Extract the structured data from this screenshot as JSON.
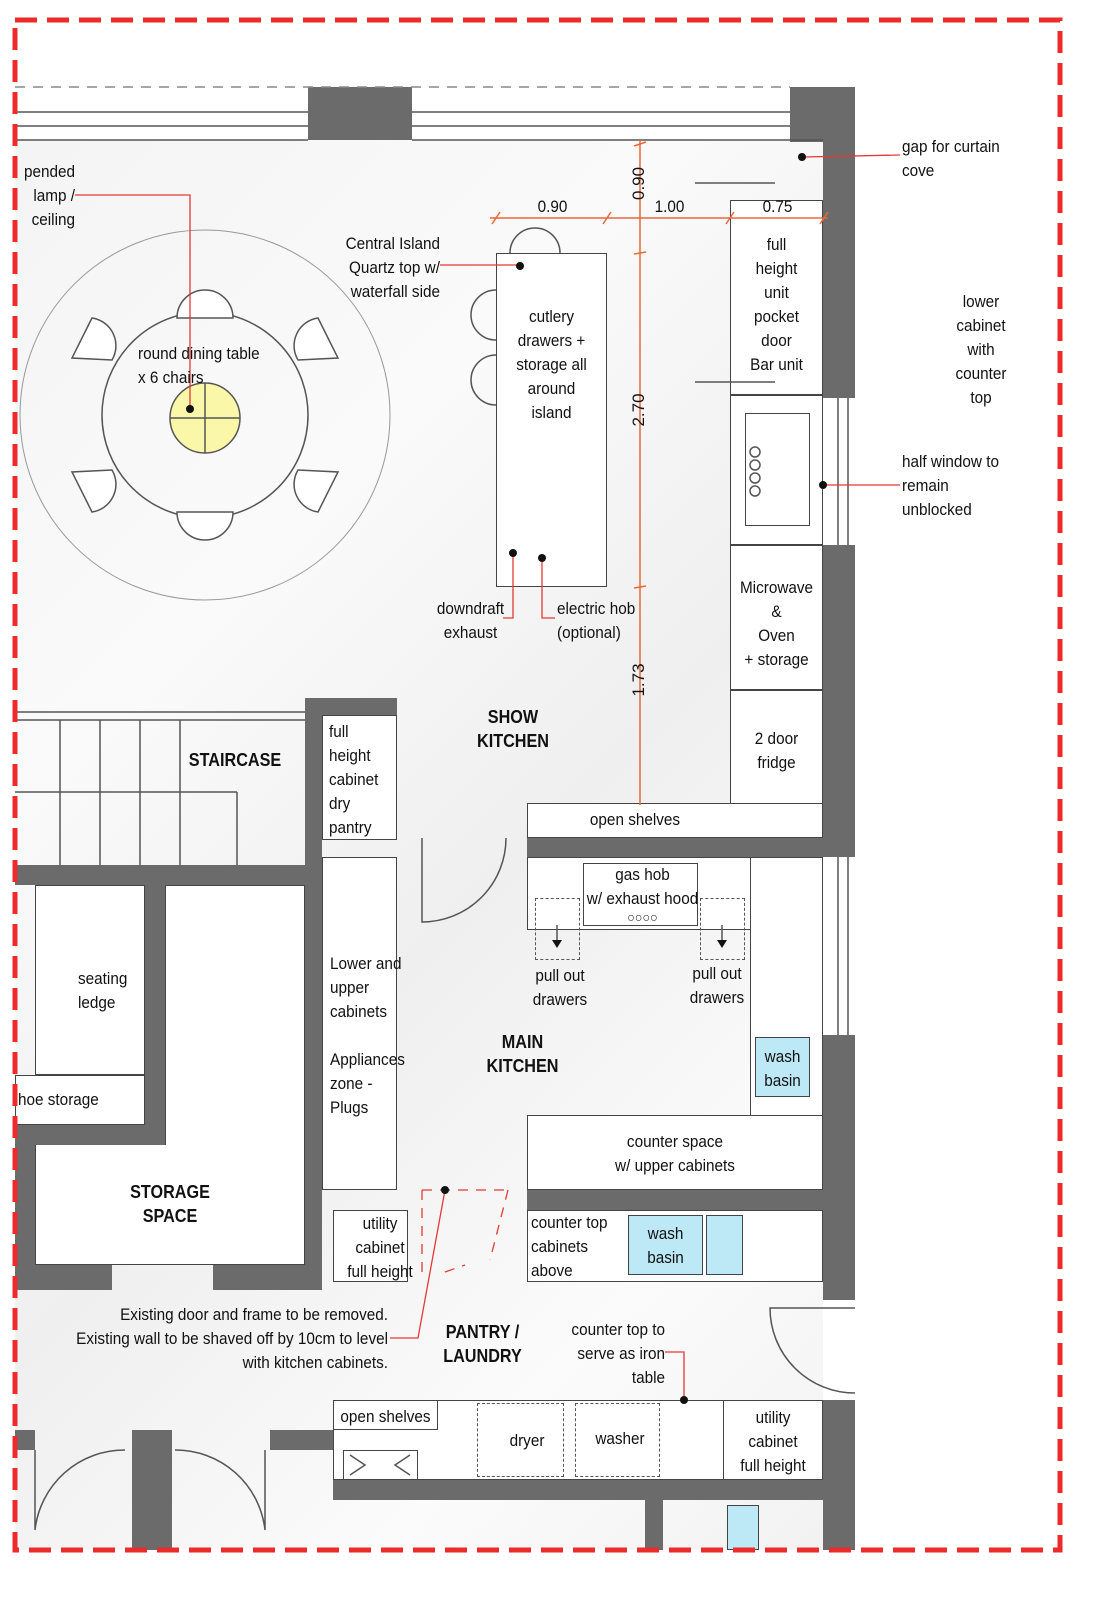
{
  "labels": {
    "lamp": "pended\nlamp /\nceiling",
    "central_island": "Central Island\nQuartz top w/\nwaterfall side",
    "dining": "round dining table\nx 6 chairs",
    "island": "cutlery\ndrawers +\nstorage all\naround\nisland",
    "dim_090a": "0.90",
    "dim_090b": "0.90",
    "dim_100": "1.00",
    "dim_075": "0.75",
    "dim_270": "2.70",
    "dim_173": "1.73",
    "full_height_unit": "full\nheight\nunit\npocket\ndoor\nBar unit",
    "gap_curtain": "gap for curtain\ncove",
    "lower_cabinet": "lower\ncabinet\nwith\ncounter\ntop",
    "half_window": "half window to\nremain\nunblocked",
    "downdraft": "downdraft\nexhaust",
    "electric_hob": "electric hob\n(optional)",
    "microwave": "Microwave\n&\nOven\n+ storage",
    "fridge": "2 door\nfridge",
    "show_kitchen": "SHOW\nKITCHEN",
    "staircase": "STAIRCASE",
    "dry_pantry": "full\nheight\ncabinet\ndry\npantry",
    "open_shelves_top": "open shelves",
    "gas_hob": "gas hob\nw/ exhaust hood",
    "gas_hob_burners": "○○○○",
    "pull_out_left": "pull out\ndrawers",
    "pull_out_right": "pull out\ndrawers",
    "seating": "seating\nledge",
    "lower_upper": "Lower and\nupper\ncabinets\n\nAppliances\nzone -\nPlugs",
    "main_kitchen": "MAIN\nKITCHEN",
    "wash_basin_1": "wash\nbasin",
    "shoe_storage": "hoe storage",
    "counter_space": "counter space\nw/ upper cabinets",
    "storage_space": "STORAGE\nSPACE",
    "utility_left": "utility\ncabinet\nfull height",
    "counter_top_cab": "counter top\ncabinets\nabove",
    "wash_basin_2": "wash\nbasin",
    "existing_door": "Existing door and frame to be removed.\nExisting wall to be shaved off by 10cm to level\nwith kitchen cabinets.",
    "pantry": "PANTRY /\nLAUNDRY",
    "iron_table": "counter top to\nserve as iron\ntable",
    "open_shelves_bottom": "open shelves",
    "dryer": "dryer",
    "washer": "washer",
    "utility_right": "utility\ncabinet\nfull height"
  },
  "colors": {
    "annotation": "#e53935",
    "boundary": "#ee2b2b",
    "wall": "#6b6b6b",
    "basin": "#bde8f6",
    "lamp": "#fbf7a8"
  }
}
